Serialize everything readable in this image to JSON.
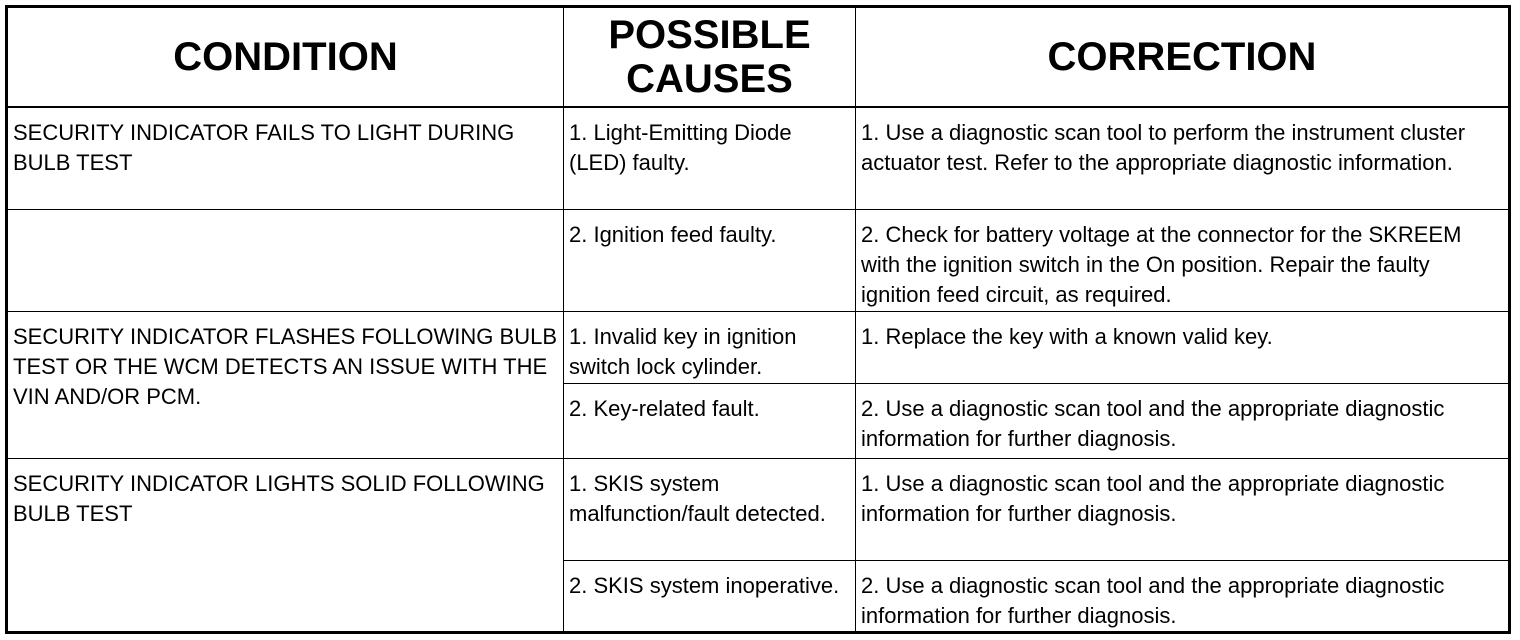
{
  "headers": {
    "condition": "CONDITION",
    "causes_line1": "POSSIBLE",
    "causes_line2": "CAUSES",
    "correction": "CORRECTION"
  },
  "rows": [
    {
      "condition": "SECURITY INDICATOR FAILS TO LIGHT DURING BULB TEST",
      "cause": "1. Light-Emitting Diode (LED) faulty.",
      "correction": "1. Use a diagnostic scan tool to perform the instrument cluster actuator test. Refer to the appropriate diagnostic information."
    },
    {
      "condition": "",
      "cause": "2. Ignition feed faulty.",
      "correction": "2. Check for battery voltage at the connector for the SKREEM with the ignition switch in the On position. Repair the faulty ignition feed circuit, as required."
    },
    {
      "condition": "SECURITY INDICATOR FLASHES FOLLOWING BULB TEST OR THE WCM DETECTS AN ISSUE WITH THE VIN AND/OR PCM.",
      "cause": "1. Invalid key in ignition switch lock cylinder.",
      "correction": "1. Replace the key with a known valid key."
    },
    {
      "cause": "2. Key-related fault.",
      "correction": "2. Use a diagnostic scan tool and the appropriate diagnostic information for further diagnosis."
    },
    {
      "condition": "SECURITY INDICATOR LIGHTS SOLID FOLLOWING BULB TEST",
      "cause": "1. SKIS system malfunction/fault detected.",
      "correction": "1. Use a diagnostic scan tool and the appropriate diagnostic information for further diagnosis."
    },
    {
      "cause": "2. SKIS system inoperative.",
      "correction": "2. Use a diagnostic scan tool and the appropriate diagnostic information for further diagnosis."
    }
  ]
}
